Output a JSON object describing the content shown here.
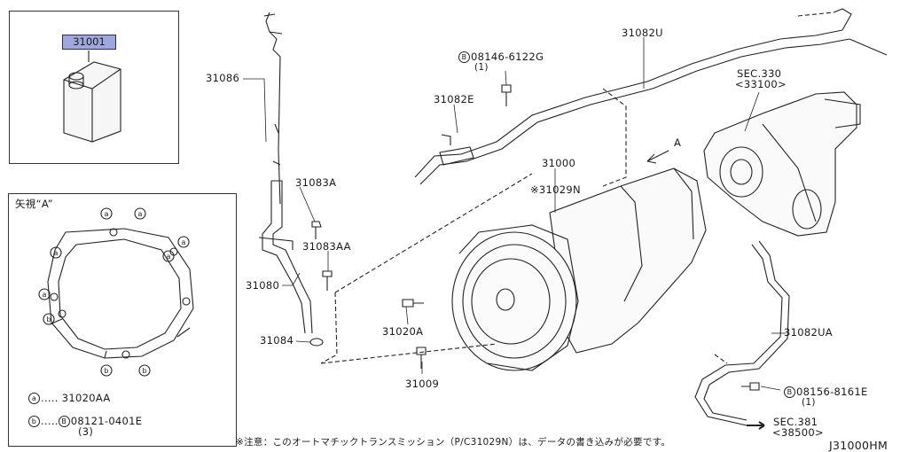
{
  "inset_product": {
    "part_number": "31001"
  },
  "inset_view": {
    "title": "矢視“A”",
    "bolt_a": "a",
    "bolt_b": "b",
    "legend": [
      {
        "mark": "a",
        "dots": ".....",
        "text": "31020AA"
      },
      {
        "mark": "b",
        "dots": ".....",
        "text": "08121-0401E",
        "qty": "(3)",
        "prefix": "B"
      }
    ]
  },
  "callouts": {
    "c31086": "31086",
    "c31083a": "31083A",
    "c31083aa": "31083AA",
    "c31080": "31080",
    "c31084": "31084",
    "c31020a": "31020A",
    "c31009": "31009",
    "c31082e": "31082E",
    "bolt1_prefix": "B",
    "bolt1": "08146-6122G",
    "bolt1_qty": "(1)",
    "c31082u": "31082U",
    "sec330": "SEC.330",
    "sec330_sub": "<33100>",
    "arrow_a": "A",
    "c31000": "31000",
    "c31029n": "※31029N",
    "c31082ua": "31082UA",
    "bolt2_prefix": "B",
    "bolt2": "08156-8161E",
    "bolt2_qty": "(1)",
    "sec381": "SEC.381",
    "sec381_sub": "<38500>"
  },
  "footer": {
    "note": "※注意：このオートマチックトランスミッション（P/C31029N）は、データの書き込みが必要です。",
    "diagram_id": "J31000HM"
  }
}
